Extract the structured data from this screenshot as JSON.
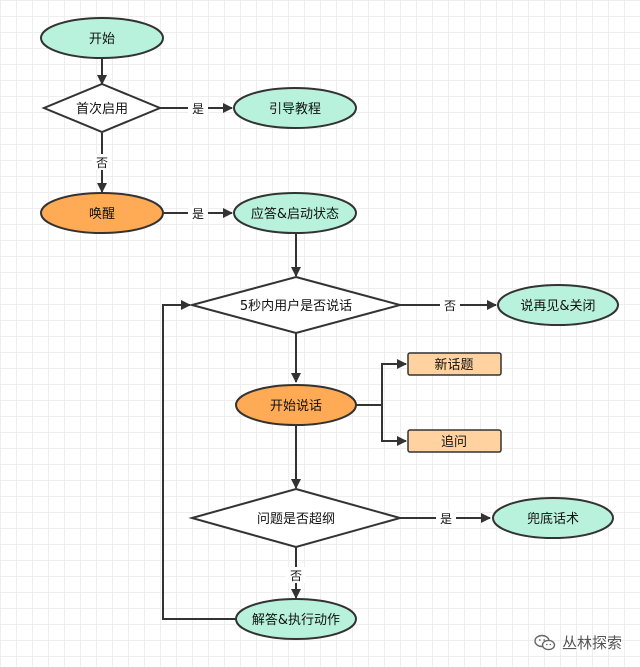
{
  "nodes": {
    "start": "开始",
    "first_launch": "首次启用",
    "tutorial": "引导教程",
    "wake": "唤醒",
    "respond_start": "应答&启动状态",
    "speak_check": "5秒内用户是否说话",
    "goodbye": "说再见&关闭",
    "begin_speaking": "开始说话",
    "new_topic": "新话题",
    "follow_up": "追问",
    "out_of_scope": "问题是否超纲",
    "fallback": "兜底话术",
    "answer_exec": "解答&执行动作"
  },
  "edges": {
    "first_yes": "是",
    "first_no": "否",
    "wake_yes": "是",
    "speak_no": "否",
    "scope_yes": "是",
    "scope_no": "否"
  },
  "watermark": {
    "text": "丛林探索",
    "icon": "wechat-icon"
  },
  "colors": {
    "terminal_fill": "#b8f2dc",
    "process_fill": "#ffaa55",
    "box_fill": "#ffd2a0",
    "stroke": "#333333"
  }
}
